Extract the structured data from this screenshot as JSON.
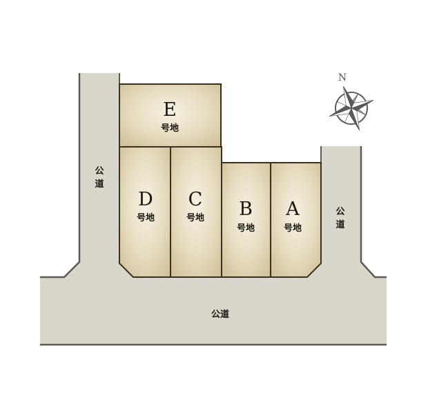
{
  "plan": {
    "colors": {
      "road_fill": "#d9d7cb",
      "road_edge": "#5c5a52",
      "lot_fill_center": "#f4efe0",
      "lot_fill_edge": "#d6c6a0",
      "lot_border": "#3a2f1c",
      "compass": "#6b6b6b"
    },
    "lots": [
      {
        "id": "E",
        "letter": "E",
        "label": "号地"
      },
      {
        "id": "D",
        "letter": "D",
        "label": "号地"
      },
      {
        "id": "C",
        "letter": "C",
        "label": "号地"
      },
      {
        "id": "B",
        "letter": "B",
        "label": "号地"
      },
      {
        "id": "A",
        "letter": "A",
        "label": "号地"
      }
    ],
    "roads": {
      "left": {
        "label_1": "公",
        "label_2": "道"
      },
      "right": {
        "label_1": "公",
        "label_2": "道"
      },
      "bottom": {
        "label": "公道"
      }
    },
    "compass": {
      "north_label": "N",
      "icon": "compass-rose-icon"
    }
  }
}
